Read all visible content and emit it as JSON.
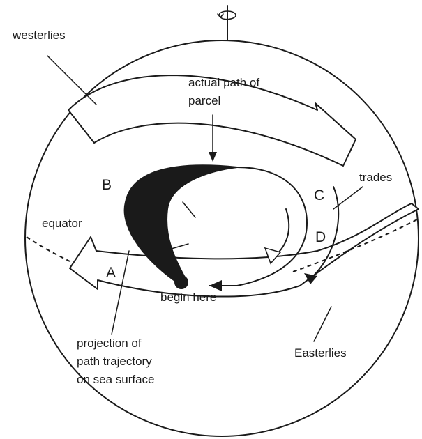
{
  "labels": {
    "westerlies": "westerlies",
    "actual_path": [
      "actual path of",
      "parcel"
    ],
    "trades": "trades",
    "equator": "equator",
    "begin_here": "begin here",
    "projection": [
      "projection of",
      "path trajectory",
      "on sea surface"
    ],
    "easterlies": "Easterlies",
    "point_a": "A",
    "point_b": "B",
    "point_c": "C",
    "point_d": "D"
  },
  "icons": {
    "rotation_axis": "rotation-arrow-icon"
  }
}
